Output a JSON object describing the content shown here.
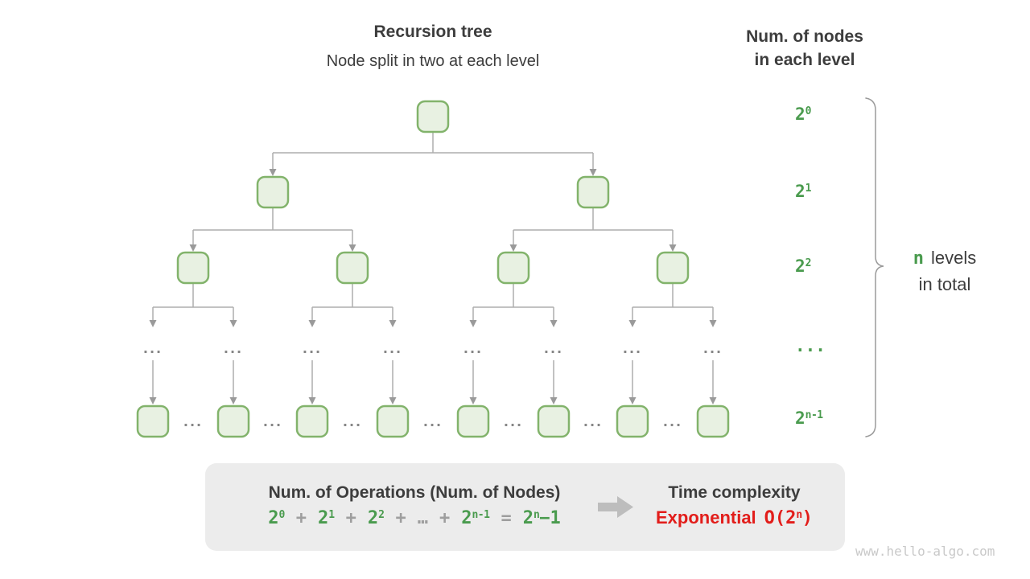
{
  "header": {
    "title": "Recursion tree",
    "subtitle": "Node split in two at each level",
    "right_title_line1": "Num. of nodes",
    "right_title_line2": "in each level"
  },
  "level_labels": [
    {
      "base": "2",
      "sup": "0"
    },
    {
      "base": "2",
      "sup": "1"
    },
    {
      "base": "2",
      "sup": "2"
    },
    {
      "base": "..."
    },
    {
      "base": "2",
      "sup": "n-1"
    }
  ],
  "brace_label": {
    "n": "n",
    "line1_rest": "levels",
    "line2": "in total"
  },
  "tree": {
    "ellipsis": "..."
  },
  "summary_box": {
    "left_title": "Num. of Operations (Num. of Nodes)",
    "formula_tokens": [
      {
        "base": "2",
        "sup": "0",
        "color": "green"
      },
      {
        "base": "+",
        "color": "gray"
      },
      {
        "base": "2",
        "sup": "1",
        "color": "green"
      },
      {
        "base": "+",
        "color": "gray"
      },
      {
        "base": "2",
        "sup": "2",
        "color": "green"
      },
      {
        "base": "+",
        "color": "gray"
      },
      {
        "base": "…",
        "color": "gray"
      },
      {
        "base": "+",
        "color": "gray"
      },
      {
        "base": "2",
        "sup": "n-1",
        "color": "green"
      },
      {
        "base": "=",
        "color": "gray"
      },
      {
        "base": "2",
        "sup": "n",
        "tail": "−1",
        "color": "green"
      }
    ],
    "right_title": "Time complexity",
    "complexity_word": "Exponential",
    "complexity_big_o": "O(2",
    "complexity_sup": "n",
    "complexity_close": ")"
  },
  "watermark": "www.hello-algo.com",
  "colors": {
    "green_text": "#4a9b4e",
    "red_text": "#e21d1a",
    "dark_text": "#3d3d3d",
    "gray_text": "#9e9e9e",
    "node_fill": "#e8f1e2",
    "node_stroke": "#82b36b",
    "connector": "#aeaeae",
    "arrowhead": "#9a9a9a",
    "tree_dots": "#868686",
    "box_bg": "#ececec",
    "big_arrow": "#bdbdbd",
    "brace": "#9a9a9a",
    "watermark_gray": "#c9c9c9"
  }
}
